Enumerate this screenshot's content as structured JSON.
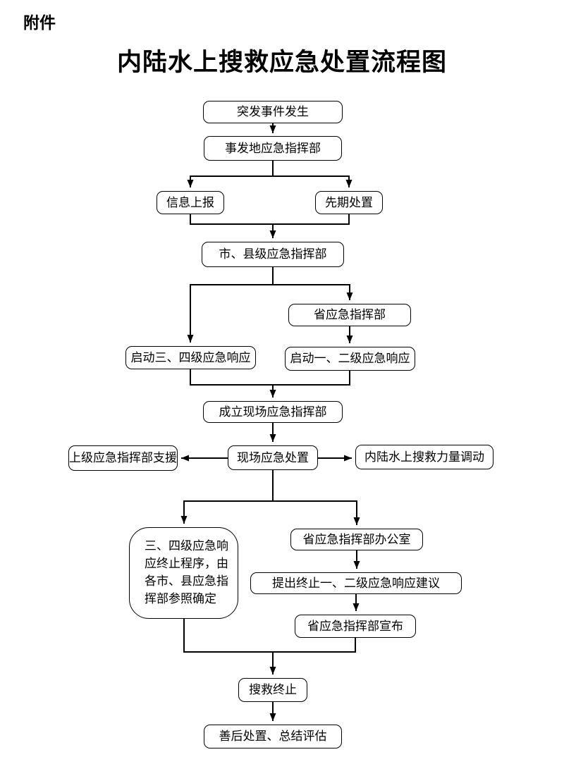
{
  "page": {
    "attachment_label": "附件",
    "title": "内陆水上搜救应急处置流程图"
  },
  "colors": {
    "background": "#ffffff",
    "box_border": "#000000",
    "line_color": "#000000",
    "text_color": "#000000"
  },
  "flowchart": {
    "nodes": {
      "incident": {
        "label": "突发事件发生"
      },
      "local_hq": {
        "label": "事发地应急指挥部"
      },
      "info_report": {
        "label": "信息上报"
      },
      "initial_response": {
        "label": "先期处置"
      },
      "city_county_hq": {
        "label": "市、县级应急指挥部"
      },
      "provincial_hq": {
        "label": "省应急指挥部"
      },
      "start_level34": {
        "label": "启动三、四级应急响应"
      },
      "start_level12": {
        "label": "启动一、二级应急响应"
      },
      "onsite_hq_establish": {
        "label": "成立现场应急指挥部"
      },
      "superior_support": {
        "label": "上级应急指挥部支援"
      },
      "onsite_handling": {
        "label": "现场应急处置"
      },
      "rescue_mobilization": {
        "label": "内陆水上搜救力量调动"
      },
      "level34_termination": {
        "label": "三、四级应急响\n应终止程序，由\n各市、县应急指\n挥部参照确定"
      },
      "provincial_office": {
        "label": "省应急指挥部办公室"
      },
      "termination_proposal": {
        "label": "提出终止一、二级应急响应建议"
      },
      "provincial_announce": {
        "label": "省应急指挥部宣布"
      },
      "rescue_end": {
        "label": "搜救终止"
      },
      "aftermath": {
        "label": "善后处置、总结评估"
      }
    },
    "edges": [
      [
        "incident",
        "local_hq"
      ],
      [
        "local_hq",
        "info_report"
      ],
      [
        "local_hq",
        "initial_response"
      ],
      [
        "info_report",
        "city_county_hq"
      ],
      [
        "initial_response",
        "city_county_hq"
      ],
      [
        "city_county_hq",
        "start_level34"
      ],
      [
        "city_county_hq",
        "provincial_hq"
      ],
      [
        "provincial_hq",
        "start_level12"
      ],
      [
        "start_level34",
        "onsite_hq_establish"
      ],
      [
        "start_level12",
        "onsite_hq_establish"
      ],
      [
        "onsite_hq_establish",
        "onsite_handling"
      ],
      [
        "onsite_handling",
        "superior_support"
      ],
      [
        "onsite_handling",
        "rescue_mobilization"
      ],
      [
        "onsite_handling",
        "level34_termination"
      ],
      [
        "onsite_handling",
        "provincial_office"
      ],
      [
        "provincial_office",
        "termination_proposal"
      ],
      [
        "termination_proposal",
        "provincial_announce"
      ],
      [
        "level34_termination",
        "rescue_end"
      ],
      [
        "provincial_announce",
        "rescue_end"
      ],
      [
        "rescue_end",
        "aftermath"
      ]
    ]
  }
}
